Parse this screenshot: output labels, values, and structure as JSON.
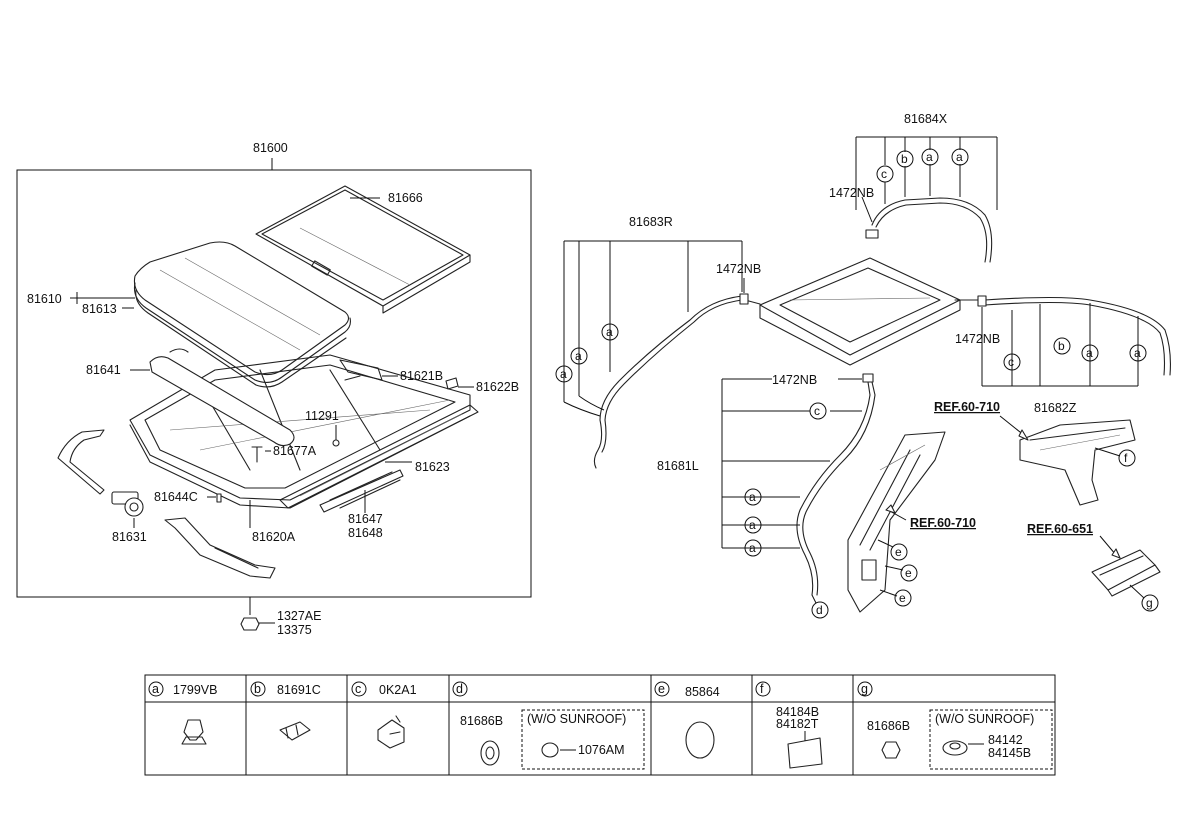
{
  "main_assembly": {
    "group": "81600",
    "labels": {
      "p81666": "81666",
      "p81610": "81610",
      "p81613": "81613",
      "p81641": "81641",
      "p81621B": "81621B",
      "p81622B": "81622B",
      "p11291": "11291",
      "p81677A": "81677A",
      "p81623": "81623",
      "p81644C": "81644C",
      "p81620A": "81620A",
      "p81647": "81647",
      "p81648": "81648",
      "p81631": "81631",
      "p1327AE": "1327AE",
      "p13375": "13375"
    }
  },
  "right_assembly": {
    "labels": {
      "p81684X": "81684X",
      "p1472NB_top": "1472NB",
      "p81683R": "81683R",
      "p1472NB_mid": "1472NB",
      "p1472NB_right": "1472NB",
      "p81682Z": "81682Z",
      "p1472NB_low": "1472NB",
      "p81681L": "81681L"
    },
    "refs": {
      "ref1": "REF.60-710",
      "ref2": "REF.60-710",
      "ref3": "REF.60-651"
    }
  },
  "legend": {
    "cells": [
      {
        "key": "a",
        "parts": [
          "1799VB"
        ]
      },
      {
        "key": "b",
        "parts": [
          "81691C"
        ]
      },
      {
        "key": "c",
        "parts": [
          "0K2A1"
        ]
      },
      {
        "key": "d",
        "part": "81686B",
        "note": "(W/O SUNROOF)",
        "note_part": "1076AM"
      },
      {
        "key": "e",
        "parts": [
          "85864"
        ]
      },
      {
        "key": "f",
        "parts": [
          "84184B",
          "84182T"
        ]
      },
      {
        "key": "g",
        "part": "81686B",
        "note": "(W/O SUNROOF)",
        "note_parts": [
          "84142",
          "84145B"
        ]
      }
    ]
  }
}
